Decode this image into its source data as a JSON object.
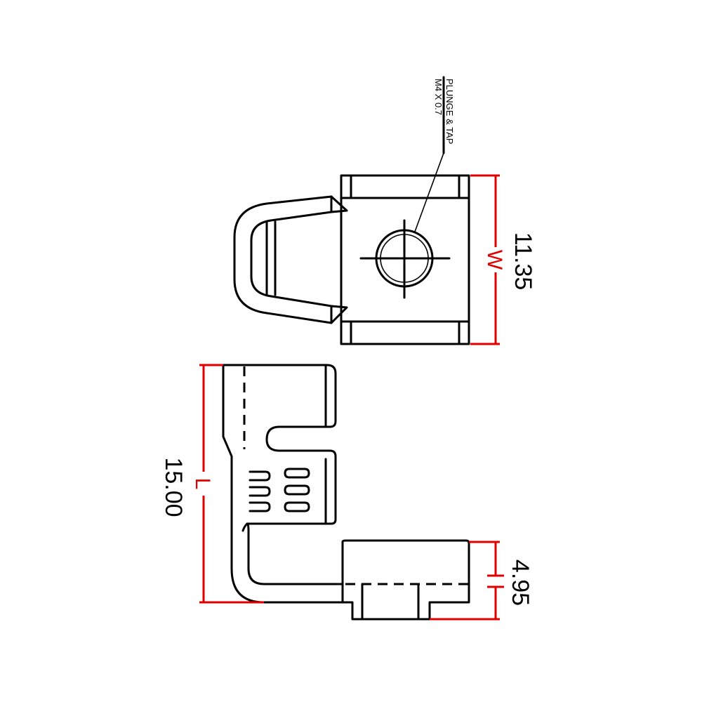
{
  "callout": {
    "line1": "PLUNGE & TAP",
    "line2": "M4 X 0.7"
  },
  "dimensions": {
    "width": {
      "letter": "W",
      "value": "11.35"
    },
    "length": {
      "letter": "L",
      "value": "15.00"
    },
    "height": {
      "value": "4.95"
    }
  },
  "colors": {
    "dimension": "#e00000",
    "outline": "#000000"
  }
}
